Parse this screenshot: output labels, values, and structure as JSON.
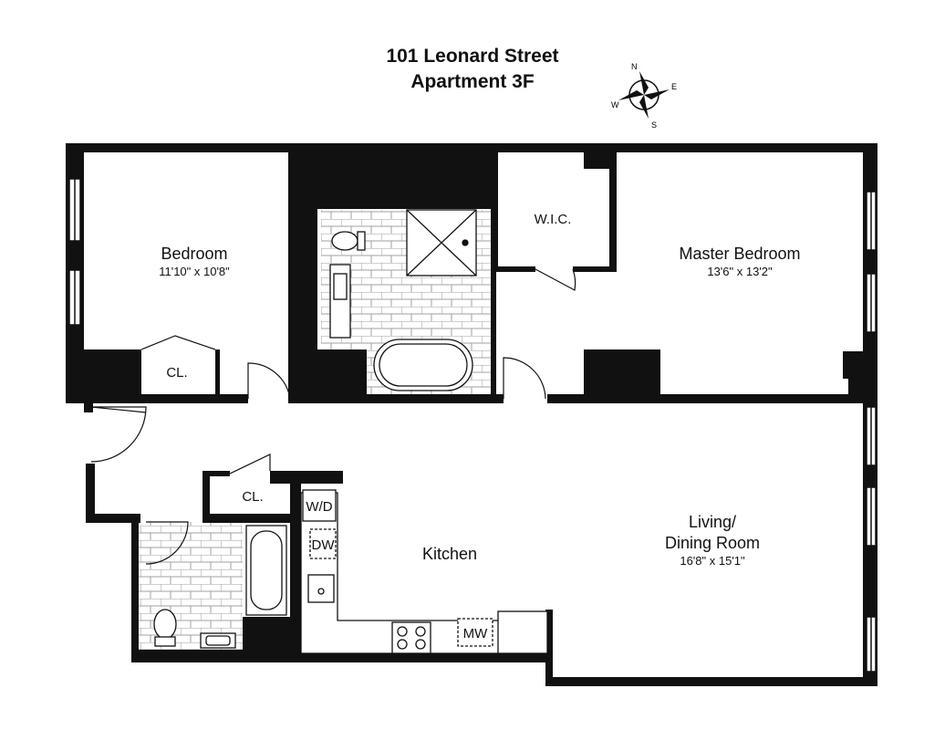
{
  "header": {
    "title_line1": "101 Leonard Street",
    "title_line2": "Apartment 3F"
  },
  "compass": {
    "n": "N",
    "e": "E",
    "s": "S",
    "w": "W"
  },
  "rooms": {
    "bedroom": {
      "name": "Bedroom",
      "dims": "11'10\" x 10'8\""
    },
    "master_bedroom": {
      "name": "Master Bedroom",
      "dims": "13'6\" x 13'2\""
    },
    "living": {
      "name_line1": "Living/",
      "name_line2": "Dining Room",
      "dims": "16'8\" x 15'1\""
    },
    "kitchen": {
      "name": "Kitchen"
    },
    "wic": {
      "name": "W.I.C."
    },
    "closet_bedroom": {
      "name": "CL."
    },
    "closet_entry": {
      "name": "CL."
    }
  },
  "appliances": {
    "washer_dryer": "W/D",
    "dishwasher": "DW",
    "microwave": "MW"
  },
  "colors": {
    "wall": "#111111",
    "tile_line": "#9a9a9a",
    "background": "#ffffff"
  }
}
